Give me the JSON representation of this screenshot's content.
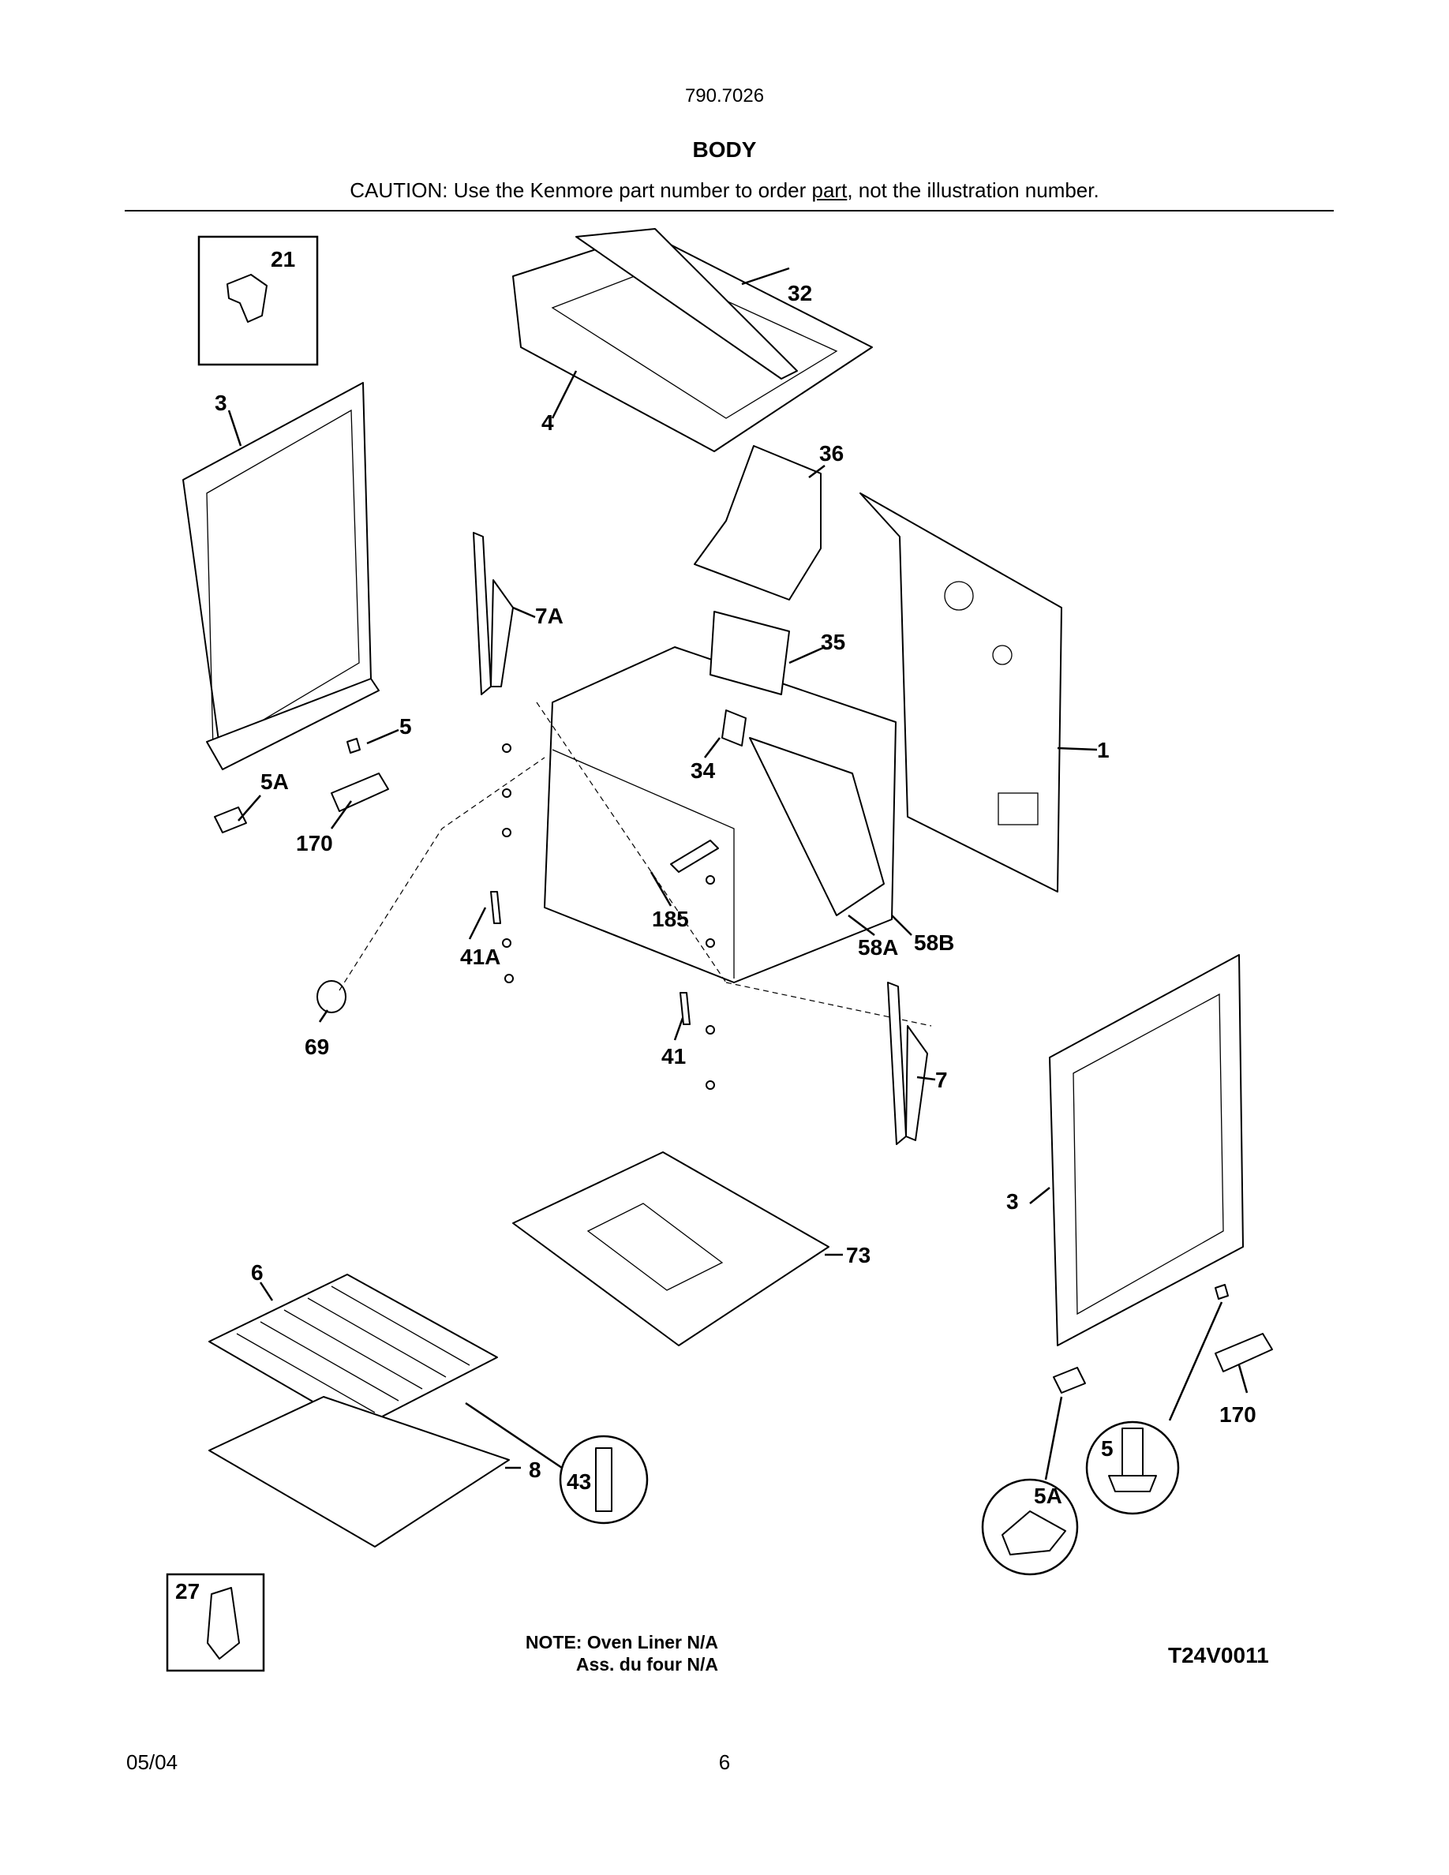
{
  "header": {
    "model": "790.7026",
    "title": "BODY",
    "caution_before": "CAUTION: Use the Kenmore part number to order ",
    "caution_link": "part",
    "caution_after": ", not the illustration number."
  },
  "callouts": {
    "c21": "21",
    "c32": "32",
    "c3a": "3",
    "c4": "4",
    "c36": "36",
    "c7a": "7A",
    "c35": "35",
    "c5": "5",
    "c1": "1",
    "c34": "34",
    "c5a": "5A",
    "c170": "170",
    "c185": "185",
    "c41a": "41A",
    "c58a": "58A",
    "c58b": "58B",
    "c69": "69",
    "c41": "41",
    "c7": "7",
    "c3b": "3",
    "c73": "73",
    "c6": "6",
    "c8": "8",
    "c43": "43",
    "c170b": "170",
    "c5b": "5",
    "c5ab": "5A",
    "c27": "27"
  },
  "notes": {
    "line1": "NOTE: Oven Liner N/A",
    "line2": "Ass. du four N/A"
  },
  "diagram_code": "T24V0011",
  "footer": {
    "date": "05/04",
    "page": "6"
  }
}
